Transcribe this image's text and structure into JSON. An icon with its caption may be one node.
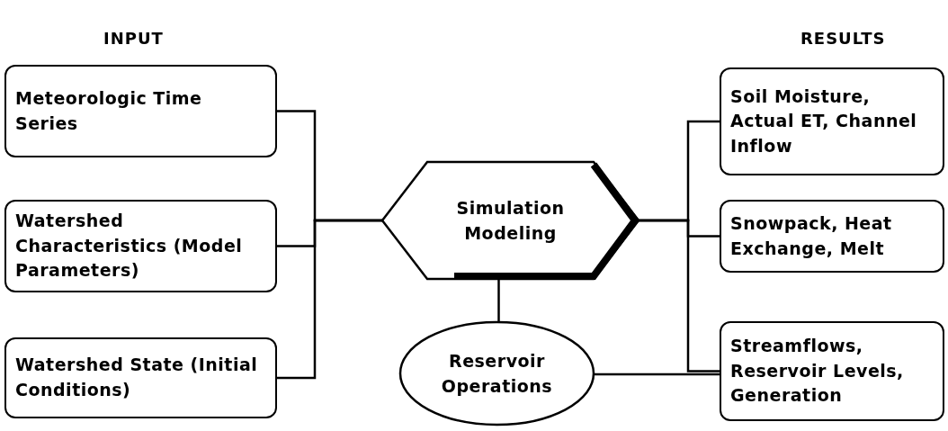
{
  "diagram": {
    "nodes": [
      {
        "text": [
          "Meteorologic Time Series"
        ]
      },
      {
        "text": [
          "Watershed Characteristics (Model Parameters)"
        ]
      },
      {
        "text": [
          "Watershed State (Initial Conditions)"
        ]
      },
      {
        "text": [
          "Simulation Modeling"
        ]
      },
      {
        "text": [
          "Reservoir Operations"
        ]
      },
      {
        "text": [
          "Soil Moisture, Actual ET, Channel Inflow"
        ]
      },
      {
        "text": [
          "Snowpack, Heat Exchange, Melt"
        ]
      },
      {
        "text": [
          "Streamflows, Reservoir Levels, Generation"
        ]
      }
    ],
    "edges": [
      {
        "from": 0,
        "to": 3,
        "arrow": "none"
      },
      {
        "from": 1,
        "to": 3,
        "arrow": "none"
      },
      {
        "from": 2,
        "to": 3,
        "arrow": "none"
      },
      {
        "from": 3,
        "to": 5,
        "arrow": "none"
      },
      {
        "from": 3,
        "to": 6,
        "arrow": "none"
      },
      {
        "from": 3,
        "to": 7,
        "arrow": "none"
      },
      {
        "from": 3,
        "to": 4,
        "arrow": "none"
      },
      {
        "from": 4,
        "to": 7,
        "arrow": "none"
      }
    ],
    "labels": [
      "INPUT",
      "RESULTS"
    ]
  }
}
